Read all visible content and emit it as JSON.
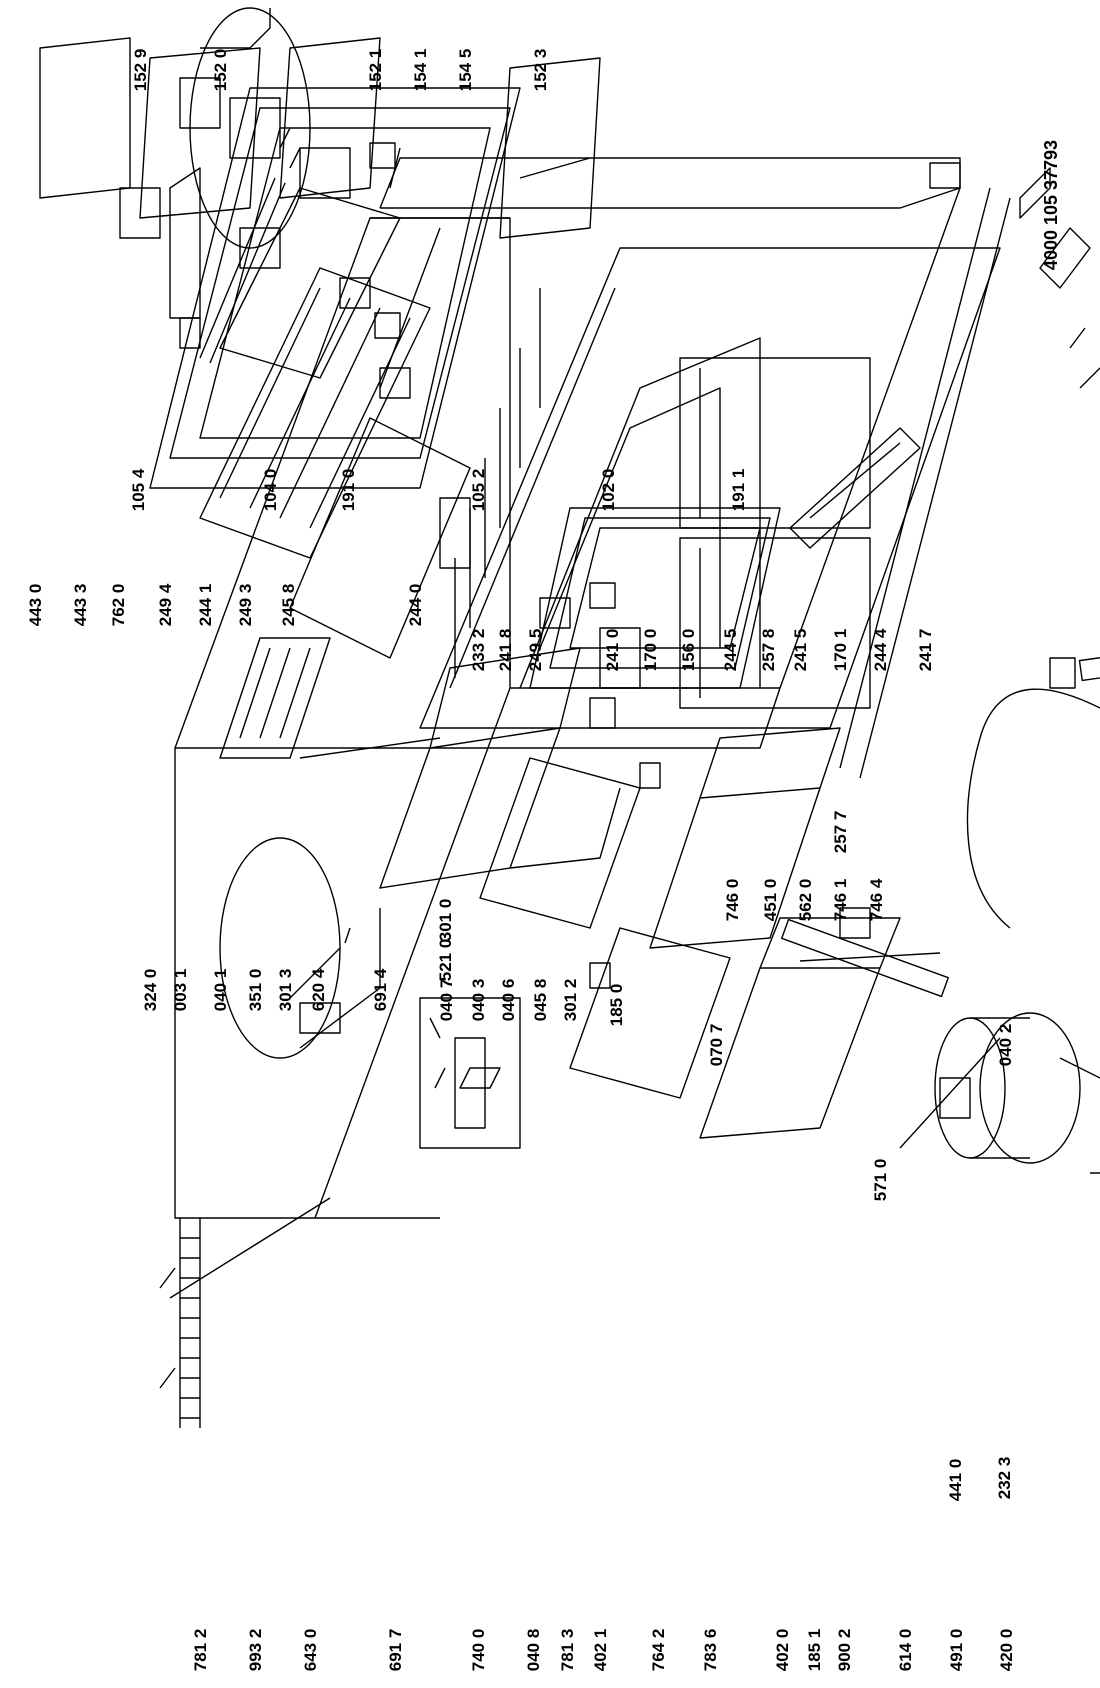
{
  "document_number": "4000 105 37793",
  "part_labels": [
    "781 2",
    "993 2",
    "643 0",
    "691 7",
    "740 0",
    "040 8",
    "781 3",
    "402 1",
    "764 2",
    "783 6",
    "402 0",
    "185 1",
    "900 2",
    "614 0",
    "491 0",
    "420 0",
    "571 0",
    "441 0",
    "232 3",
    "746 0",
    "451 0",
    "562 0",
    "746 1",
    "746 4",
    "070 7",
    "040 2",
    "185 0",
    "324 0",
    "003 1",
    "040 1",
    "351 0",
    "301 3",
    "620 4",
    "691 4",
    "040 7",
    "040 3",
    "040 6",
    "045 8",
    "301 2",
    "301 0",
    "521 0",
    "443 0",
    "443 3",
    "762 0",
    "249 4",
    "244 1",
    "249 3",
    "245 8",
    "244 0",
    "233 2",
    "241 8",
    "249 5",
    "241 0",
    "170 0",
    "156 0",
    "244 5",
    "257 8",
    "241 5",
    "170 1",
    "244 4",
    "241 7",
    "257 7",
    "105 4",
    "104 0",
    "191 0",
    "105 2",
    "102 0",
    "191 1",
    "152 9",
    "152 0",
    "152 1",
    "154 1",
    "154 5",
    "152 3"
  ]
}
